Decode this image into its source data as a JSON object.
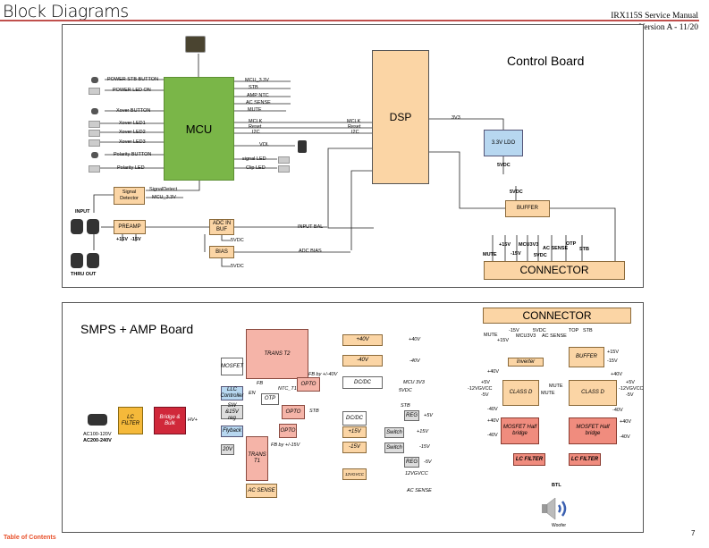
{
  "header": {
    "title": "Block Diagrams",
    "manual": "IRX115S Service Manual",
    "version": "Version A - 11/20"
  },
  "control_board": {
    "title": "Control Board",
    "mcu": "MCU",
    "dsp": "DSP",
    "ldo": "3.3V LDO",
    "buffer": "BUFFER",
    "connector": "CONNECTOR",
    "signal_detector": "Signal Detector",
    "preamp": "PREAMP",
    "adc_in_buf": "ADC IN BUF",
    "bias": "BIAS",
    "left_inputs": [
      "POWER STB BUTTON",
      "POWER LED ON",
      "Xover BUTTON",
      "Xover LED1",
      "Xover LED2",
      "Xover LED3",
      "Polarity BUTTON",
      "Polarity LED"
    ],
    "mcu_right": [
      "MCU_3.3V",
      "STB",
      "AMP NTC",
      "AC SENSE",
      "MUTE",
      "MCLK",
      "Reset",
      "I2C",
      "VOL",
      "signal LED",
      "Clip LED"
    ],
    "dsp_left": [
      "MCLK",
      "Reset",
      "I2C"
    ],
    "v3v3": "3V3",
    "v5vdc": "5VDC",
    "v5vdc_buf": "5VDC",
    "signal_detect": "SignalDetect",
    "mcu_3v3": "MCU_3.3V",
    "input": "INPUT",
    "thruout": "THRU OUT",
    "plus15": "+15V",
    "minus15": "-15V",
    "adc_5vdc": "5VDC",
    "bias_5vdc": "5VDC",
    "input_bal": "INPUT BAL",
    "adc_bias": "ADC BIAS",
    "connector_signals": [
      "MUTE",
      "+15V",
      "-15V",
      "MCU3V3",
      "5VDC",
      "AC SENSE",
      "OTP",
      "STB"
    ]
  },
  "smps_board": {
    "title": "SMPS + AMP Board",
    "trans_t2": "TRANS T2",
    "trans_t1": "TRANS T1",
    "mosfet": "MOSFET",
    "llc": "LLC Controller",
    "otp": "OTP",
    "opto1": "OPTO",
    "opto2": "OPTO",
    "opto3": "OPTO",
    "sw15": "SW &15V reg",
    "flyback": "Flyback",
    "v20": "20V",
    "lc_filter": "LC FILTER",
    "bridge": "Bridge & Bulk",
    "hv": "HV+",
    "ac_in_1": "AC100-120V",
    "ac_in_2": "AC200-240V",
    "fb": "FB",
    "en": "EN",
    "ntc": "NTC_T1",
    "fb40": "FB by +/-40V",
    "fb15": "FB by +/-15V",
    "stb": "STB",
    "p40": "+40V",
    "m40": "-40V",
    "p40_out": "+40V",
    "m40_out": "-40V",
    "dcdc1": "DC/DC",
    "dcdc2": "DC/DC",
    "mcu3v3": "MCU 3V3",
    "vdc5": "5VDC",
    "stb2": "STB",
    "reg1": "REG",
    "reg2": "REG",
    "p5": "+5V",
    "m5": "-5V",
    "p15": "+15V",
    "m15": "-15V",
    "p15_out": "+15V",
    "m15_out": "-15V",
    "switch1": "Switch",
    "switch2": "Switch",
    "v12": "12VGVCC",
    "v12_out": "12VGVCC",
    "ac_sense": "AC SENSE",
    "ac_sense_out": "AC SENSE"
  },
  "amp": {
    "connector": "CONNECTOR",
    "connector_signals": [
      "MUTE",
      "+15V",
      "-15V",
      "MCU3V3",
      "5VDC",
      "AC SENSE",
      "TOP",
      "STB"
    ],
    "inverter": "Inverter",
    "buffer": "BUFFER",
    "class_d": "CLASS D",
    "mosfet": "MOSFET Half bridge",
    "lc_filter": "LC FILTER",
    "btl": "BTL",
    "woofer": "Woofer",
    "left_rails": [
      "+40V",
      "+5V",
      "-12VGVCC",
      "-5V",
      "-40V",
      "+40V",
      "-40V"
    ],
    "right_rails": [
      "+15V",
      "-15V",
      "+40V",
      "+5V",
      "-12VGVCC",
      "-5V",
      "-40V",
      "+40V",
      "-40V"
    ],
    "mute": "MUTE",
    "mute2": "MUTE"
  },
  "footer": {
    "toc": "Table of Contents",
    "page": "7"
  }
}
